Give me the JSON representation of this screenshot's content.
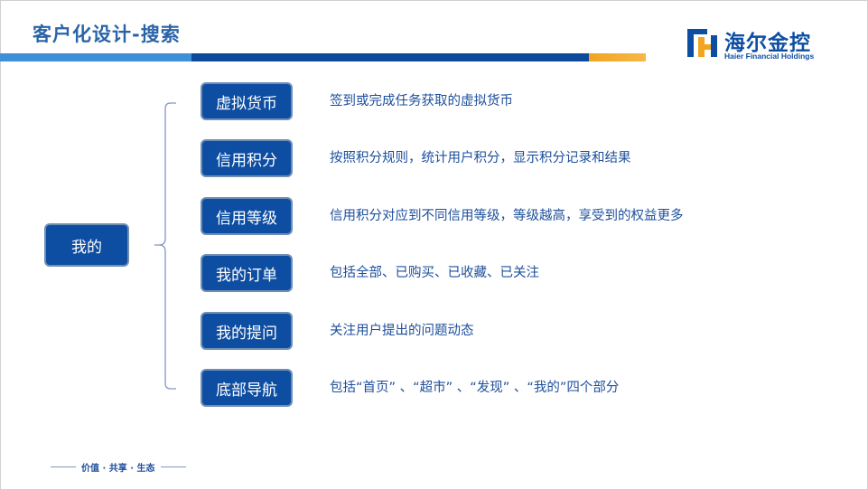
{
  "header": {
    "title": "客户化设计-搜索"
  },
  "logo": {
    "name_cn": "海尔金控",
    "name_en": "Haier Financial Holdings"
  },
  "diagram": {
    "root": "我的",
    "items": [
      {
        "label": "虚拟货币",
        "description": "签到或完成任务获取的虚拟货币"
      },
      {
        "label": "信用积分",
        "description": "按照积分规则，统计用户积分，显示积分记录和结果"
      },
      {
        "label": "信用等级",
        "description": "信用积分对应到不同信用等级，等级越高，享受到的权益更多"
      },
      {
        "label": "我的订单",
        "description": "包括全部、已购买、已收藏、已关注"
      },
      {
        "label": "我的提问",
        "description": "关注用户提出的问题动态"
      },
      {
        "label": "底部导航",
        "description": "包括“首页”  、“超市”  、“发现”  、“我的”四个部分"
      }
    ]
  },
  "footer": {
    "slogan": "价值 · 共享 · 生态"
  },
  "colors": {
    "title": "#2a64a8",
    "node_fill": "#0e4ea2",
    "node_border": "#6f8fb5",
    "description_text": "#1d4f9c",
    "bar_left": "#3d8fd8",
    "bar_mid": "#0d4a9b",
    "bar_right": "#f2a51e",
    "bracket": "#7f98bf"
  }
}
